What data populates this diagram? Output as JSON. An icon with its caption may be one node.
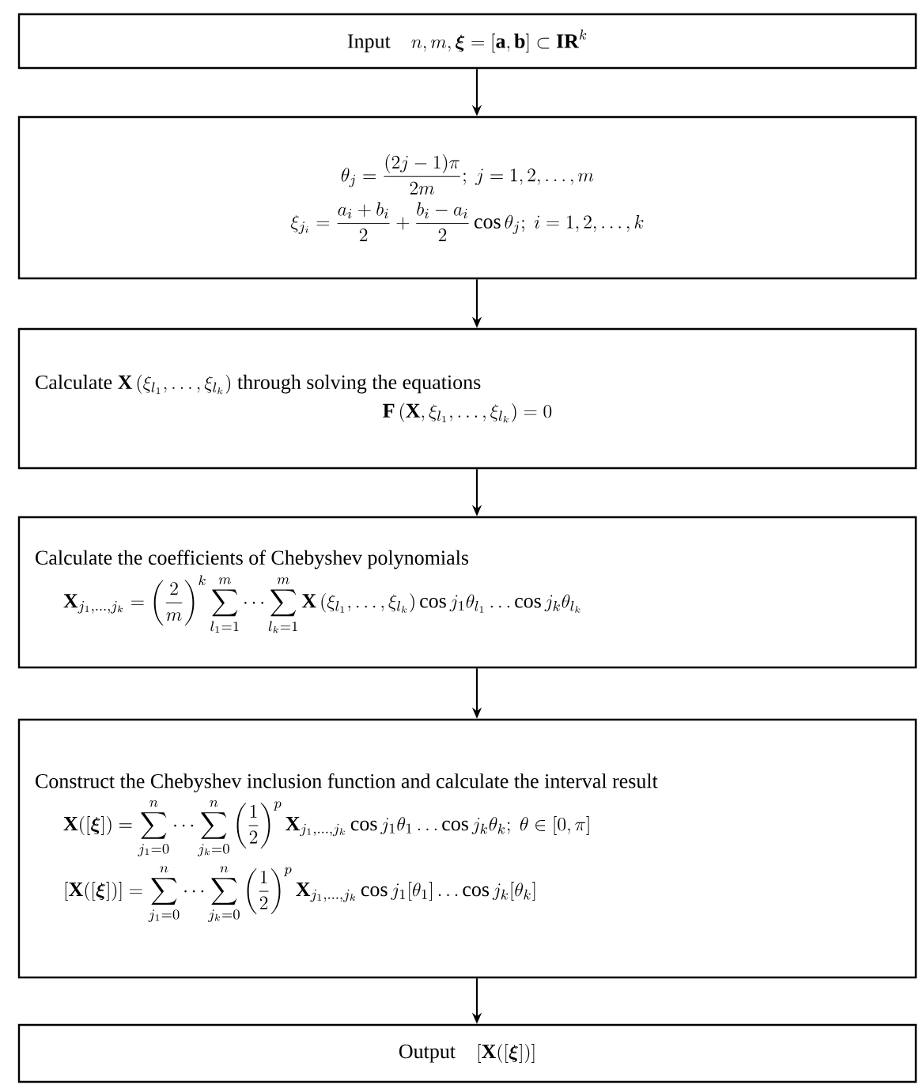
{
  "diagram": {
    "nodes": [
      {
        "text": [
          "Input",
          "n,m,\\boldsymbol{\\xi}=\\left[\\mathbf{a},\\mathbf{b}\\right]\\subset\\mathbf{IR}^{k}"
        ]
      },
      {
        "text": [
          "\\theta_j=\\frac{(2j-1)\\pi}{2m};\\ j=1,2,\\ldots,m",
          "\\xi_{j_i}=\\frac{a_i+b_i}{2}+\\frac{b_i-a_i}{2}\\cos\\theta_j;\\ i=1,2,\\ldots,k"
        ]
      },
      {
        "text": [
          "Calculate",
          "\\mathbf{X}\\left(\\xi_{l_1},\\ldots,\\xi_{l_k}\\right)",
          "through solving the equations",
          "\\mathbf{F}\\left(\\mathbf{X},\\xi_{l_1},\\ldots,\\xi_{l_k}\\right)=0"
        ]
      },
      {
        "text": [
          "Calculate the coefficients of Chebyshev polynomials",
          "\\mathbf{X}_{j_1,\\ldots,j_k}=\\left(\\frac{2}{m}\\right)^{k}\\sum_{l_1=1}^{m}\\cdots\\sum_{l_k=1}^{m}\\mathbf{X}\\left(\\xi_{l_1},\\ldots,\\xi_{l_k}\\right)\\cos j_1\\theta_{l_1}\\ldots\\cos j_k\\theta_{l_k}"
        ]
      },
      {
        "text": [
          "Construct the Chebyshev inclusion function and calculate the interval result",
          "\\mathbf{X}([\\boldsymbol{\\xi}])=\\sum_{j_1=0}^{n}\\cdots\\sum_{j_k=0}^{n}\\left(\\frac{1}{2}\\right)^{p}\\mathbf{X}_{j_1,\\ldots,j_k}\\cos j_1\\theta_1\\ldots\\cos j_k\\theta_k;\\ \\theta\\in[0,\\pi]",
          "\\left[\\mathbf{X}([\\boldsymbol{\\xi}])\\right]=\\sum_{j_1=0}^{n}\\cdots\\sum_{j_k=0}^{n}\\left(\\frac{1}{2}\\right)^{p}\\mathbf{X}_{j_1,\\ldots,j_k}\\cos j_1[\\theta_1]\\ldots\\cos j_k[\\theta_k]"
        ]
      },
      {
        "text": [
          "Output",
          "\\left[\\mathbf{X}([\\boldsymbol{\\xi}])\\right]"
        ]
      }
    ],
    "edges": [
      {
        "from": 0,
        "to": 1,
        "arrow": "to"
      },
      {
        "from": 1,
        "to": 2,
        "arrow": "to"
      },
      {
        "from": 2,
        "to": 3,
        "arrow": "to"
      },
      {
        "from": 3,
        "to": 4,
        "arrow": "to"
      },
      {
        "from": 4,
        "to": 5,
        "arrow": "to"
      }
    ]
  }
}
